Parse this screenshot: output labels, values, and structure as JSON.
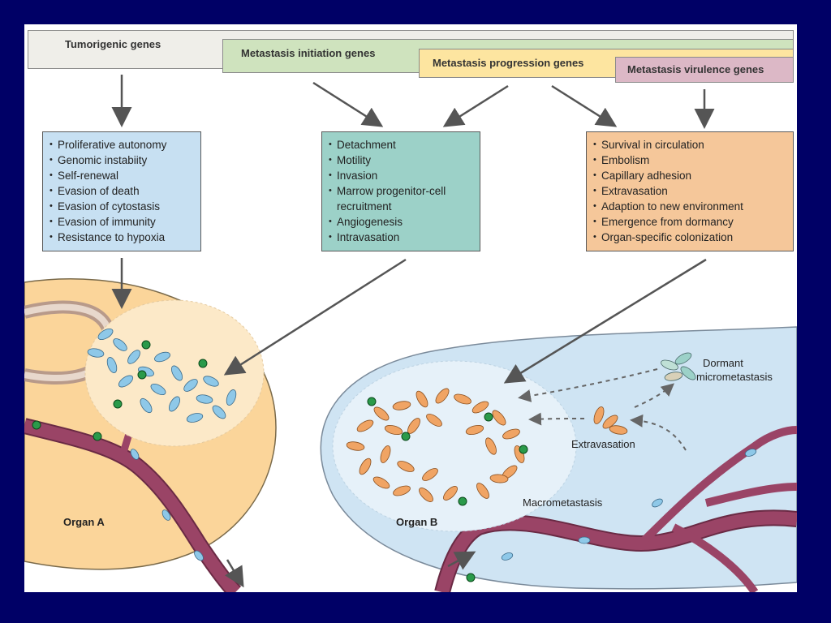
{
  "bands": {
    "tumorigenic": "Tumorigenic genes",
    "initiation": "Metastasis initiation genes",
    "progression": "Metastasis progression genes",
    "virulence": "Metastasis virulence genes"
  },
  "boxes": {
    "tumorigenic_items": [
      "Proliferative autonomy",
      "Genomic instabiity",
      "Self-renewal",
      "Evasion of death",
      "Evasion of cytostasis",
      "Evasion of immunity",
      "Resistance to hypoxia"
    ],
    "initiation_items": [
      "Detachment",
      "Motility",
      "Invasion",
      "Marrow progenitor-cell recruitment",
      "Angiogenesis",
      "Intravasation"
    ],
    "virulence_items": [
      "Survival in circulation",
      "Embolism",
      "Capillary adhesion",
      "Extravasation",
      "Adaption to new environment",
      "Emergence from dormancy",
      "Organ-specific colonization"
    ]
  },
  "labels": {
    "organ_a": "Organ A",
    "organ_b": "Organ B",
    "macrometastasis": "Macrometastasis",
    "extravasation": "Extravasation",
    "dormant_line1": "Dormant",
    "dormant_line2": "micrometastasis"
  },
  "colors": {
    "background": "#000066",
    "tumor_cells": "#8ec8e8",
    "metastasis_cells": "#f0a464",
    "vessel": "#8e3a5c",
    "organ_a": "#fbd59a",
    "organ_b": "#cfe4f3",
    "marker": "#2a9a4a"
  }
}
